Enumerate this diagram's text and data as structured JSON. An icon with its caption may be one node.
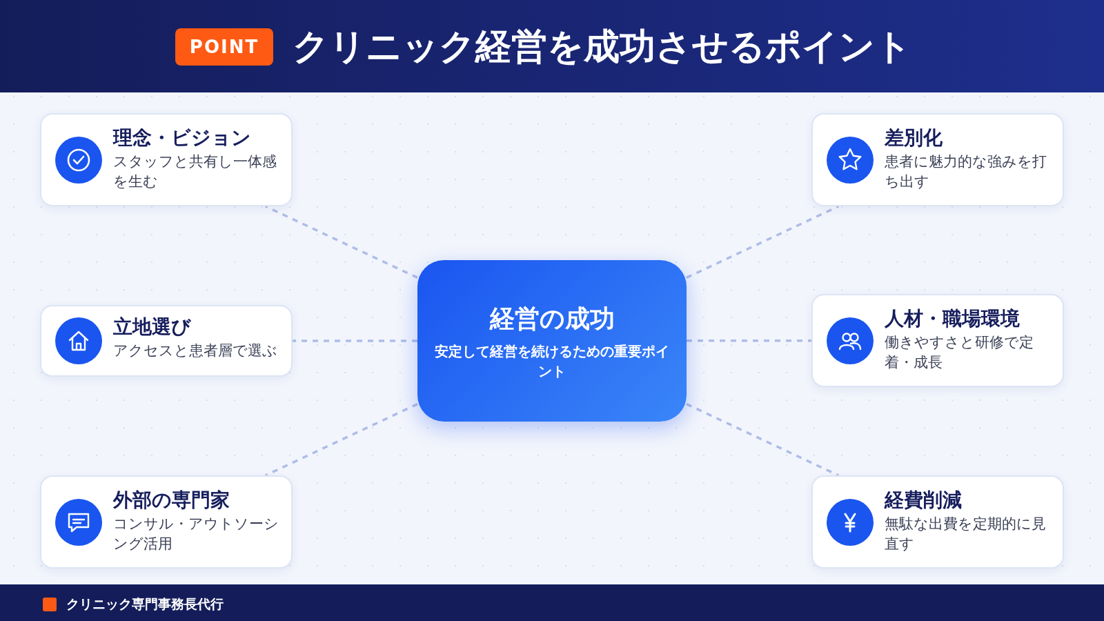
{
  "diagram": {
    "title": "クリニック経営を成功させるポイント",
    "nodes": [
      {
        "text": [
          "経営の成功",
          "安定して経営を続けるための重要ポイント"
        ]
      },
      {
        "text": [
          "理念・ビジョン",
          "スタッフと共有し一体感を生む"
        ]
      },
      {
        "text": [
          "差別化",
          "患者に魅力的な強みを打ち出す"
        ]
      },
      {
        "text": [
          "立地選び",
          "アクセスと患者層で選ぶ"
        ]
      },
      {
        "text": [
          "人材・職場環境",
          "働きやすさと研修で定着・成長"
        ]
      },
      {
        "text": [
          "外部の専門家",
          "コンサル・アウトソーシング活用"
        ]
      },
      {
        "text": [
          "経費削減",
          "無駄な出費を定期的に見直す"
        ]
      }
    ],
    "edges": [
      {
        "from": 0,
        "to": 1,
        "arrow": "none",
        "style": "dashed"
      },
      {
        "from": 0,
        "to": 2,
        "arrow": "none",
        "style": "dashed"
      },
      {
        "from": 0,
        "to": 3,
        "arrow": "none",
        "style": "dashed"
      },
      {
        "from": 0,
        "to": 4,
        "arrow": "none",
        "style": "dashed"
      },
      {
        "from": 0,
        "to": 5,
        "arrow": "none",
        "style": "dashed"
      },
      {
        "from": 0,
        "to": 6,
        "arrow": "none",
        "style": "dashed"
      }
    ],
    "labels": [
      "POINT",
      "クリニック専門事務長代行"
    ]
  }
}
